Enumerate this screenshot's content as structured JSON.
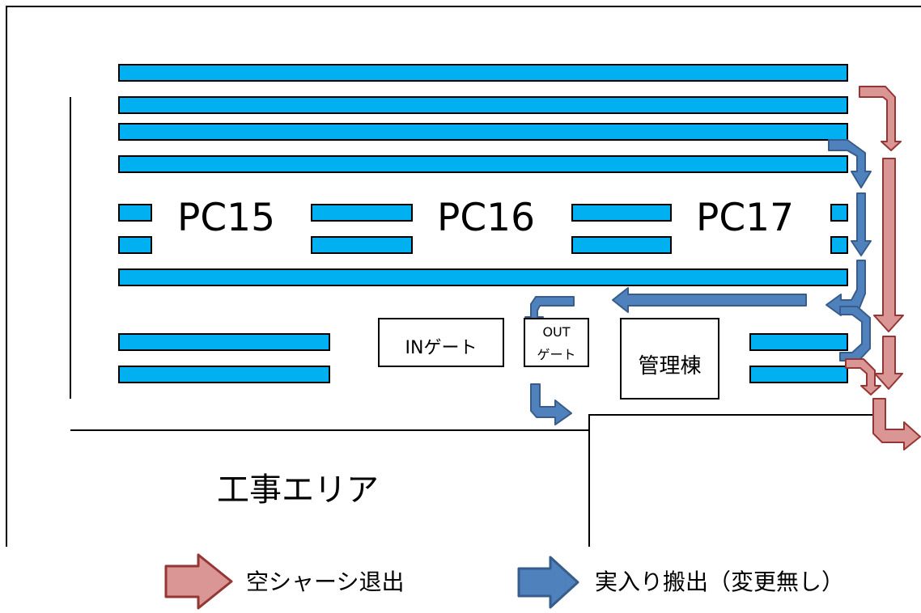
{
  "blocks": {
    "pc15": "PC15",
    "pc16": "PC16",
    "pc17": "PC17"
  },
  "buildings": {
    "in_gate": "INゲート",
    "out_gate_line1": "OUT",
    "out_gate_line2": "ゲート",
    "admin": "管理棟"
  },
  "area": {
    "construction": "工事エリア"
  },
  "legend": {
    "empty_chassis_exit": "空シャーシ退出",
    "loaded_exit": "実入り搬出（変更無し）"
  },
  "colors": {
    "lane_fill": "#00b0f0",
    "red_arrow_fill": "#d99694",
    "red_arrow_stroke": "#943634",
    "blue_arrow_fill": "#4f81bd",
    "blue_arrow_stroke": "#385d8a"
  }
}
